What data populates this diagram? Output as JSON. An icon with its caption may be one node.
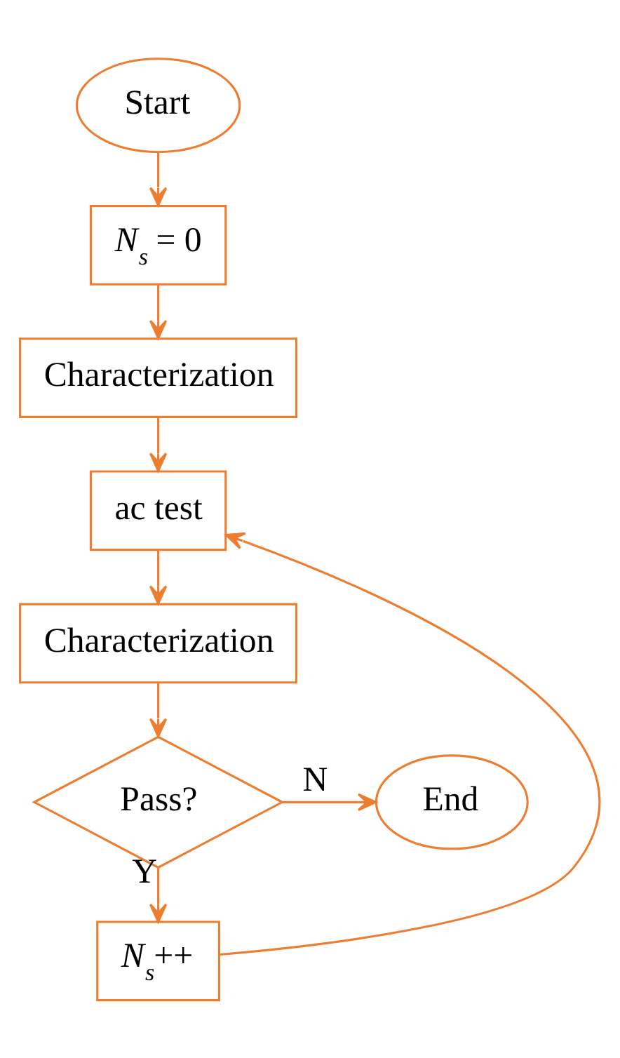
{
  "diagram": {
    "nodes": [
      {
        "text": [
          "Start"
        ]
      },
      {
        "text": [
          "*N*$_{s}$ = 0"
        ]
      },
      {
        "text": [
          "Characterization"
        ]
      },
      {
        "text": [
          "ac test"
        ]
      },
      {
        "text": [
          "Characterization"
        ]
      },
      {
        "text": [
          "Pass?"
        ]
      },
      {
        "text": [
          "End"
        ]
      },
      {
        "text": [
          "*N*$_{s}$++"
        ]
      }
    ],
    "edges": [
      {
        "from": 0,
        "to": 1,
        "arrow": "to"
      },
      {
        "from": 1,
        "to": 2,
        "arrow": "to"
      },
      {
        "from": 2,
        "to": 3,
        "arrow": "to"
      },
      {
        "from": 3,
        "to": 4,
        "arrow": "to"
      },
      {
        "from": 4,
        "to": 5,
        "arrow": "to"
      },
      {
        "from": 5,
        "to": 6,
        "arrow": "to",
        "label": "N"
      },
      {
        "from": 5,
        "to": 7,
        "arrow": "to",
        "label": "Y"
      },
      {
        "from": 7,
        "to": 3,
        "arrow": "to"
      }
    ]
  }
}
